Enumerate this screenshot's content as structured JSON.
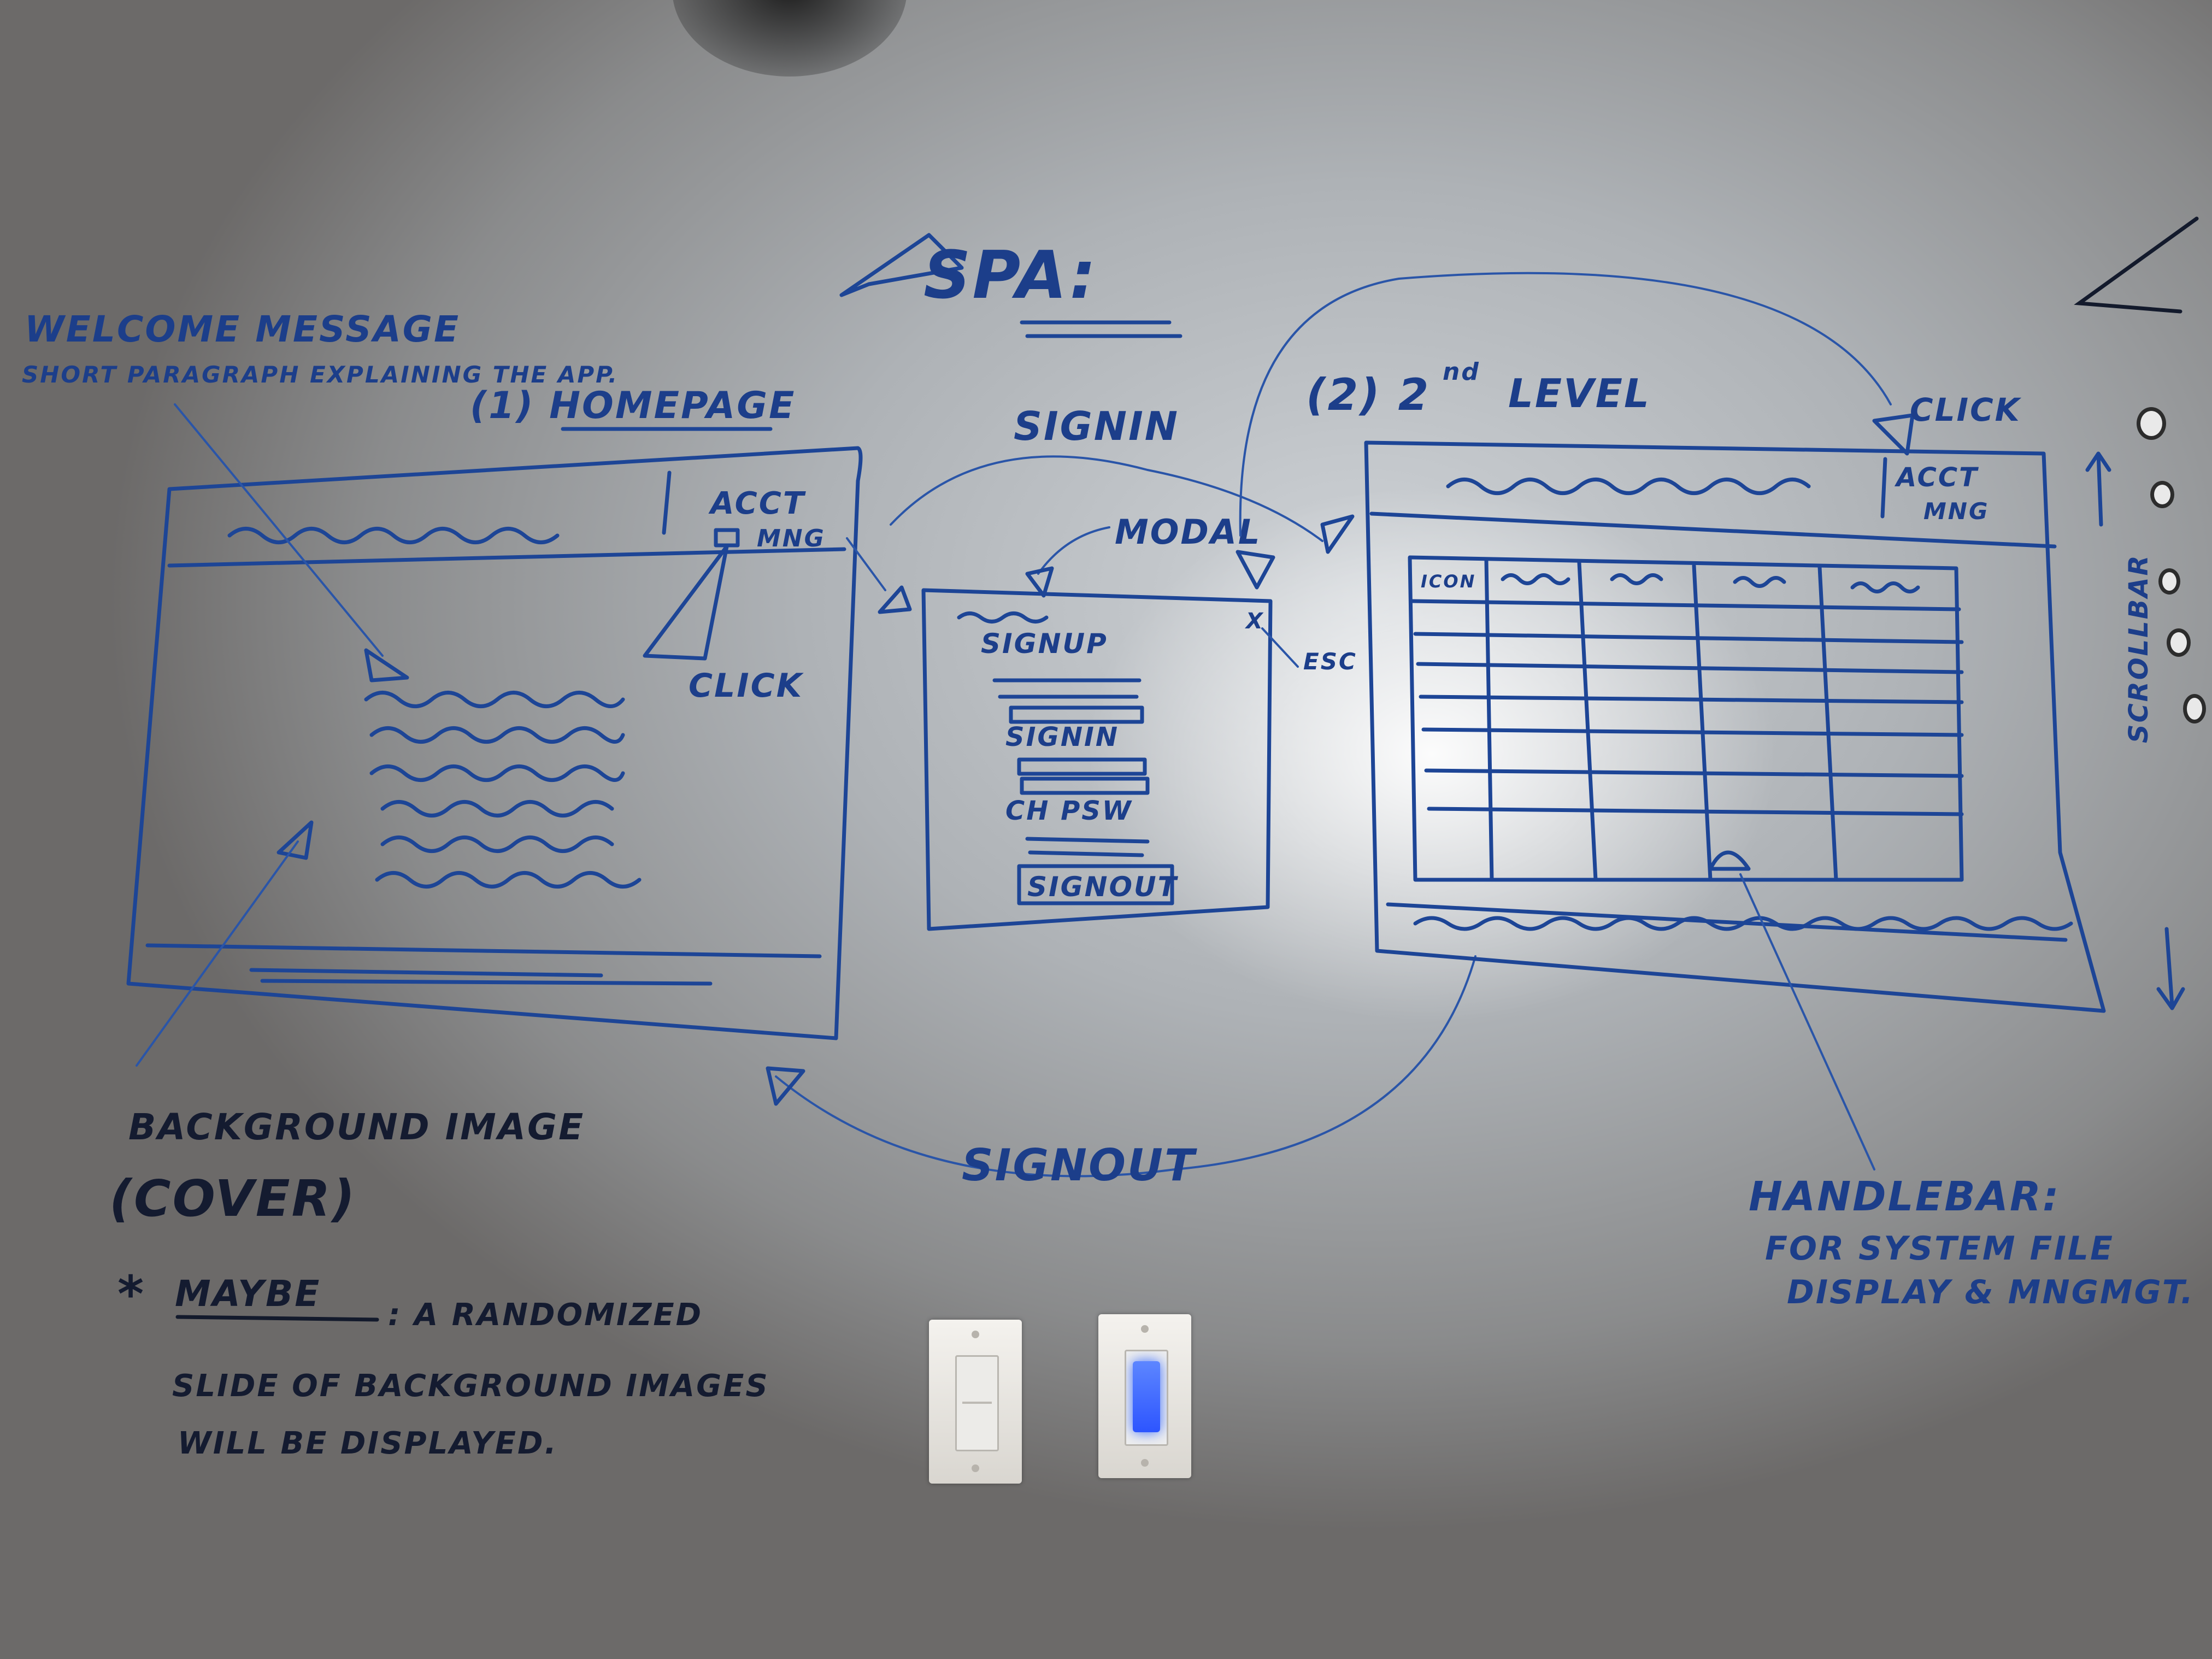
{
  "title": "SPA:",
  "homepage": {
    "heading": "(1) HOMEPAGE",
    "nav_acct": "ACCT",
    "nav_acct_mng": "MNG",
    "click_label": "CLICK"
  },
  "welcome": {
    "line1": "WELCOME MESSAGE",
    "line2": "SHORT PARAGRAPH EXPLAINING THE APP."
  },
  "background_note": {
    "line1": "BACKGROUND IMAGE",
    "line2": "(COVER)"
  },
  "maybe_note": {
    "prefix": "*",
    "keyword": "MAYBE",
    "line1": ": A RANDOMIZED",
    "line2": "SLIDE OF BACKGROUND IMAGES",
    "line3": "WILL BE DISPLAYED."
  },
  "modal": {
    "signin_arrow_label": "SIGNIN",
    "modal_label": "MODAL",
    "signup": "SIGNUP",
    "signin": "SIGNIN",
    "ch_psw": "CH PSW",
    "signout_button": "SIGNOUT",
    "close": "X",
    "esc": "ESC"
  },
  "signout_arrow_label": "SIGNOUT",
  "second_level": {
    "heading_prefix": "(2) 2",
    "heading_sup": "nd",
    "heading_suffix": "LEVEL",
    "click_label": "CLICK",
    "acct": "ACCT",
    "mng": "MNG",
    "table_first_header": "ICON",
    "scrollbar_label": "SCROLLBAR"
  },
  "handlebar_note": {
    "line1": "HANDLEBAR:",
    "line2": "FOR SYSTEM FILE",
    "line3": "DISPLAY & MNGMGT."
  }
}
